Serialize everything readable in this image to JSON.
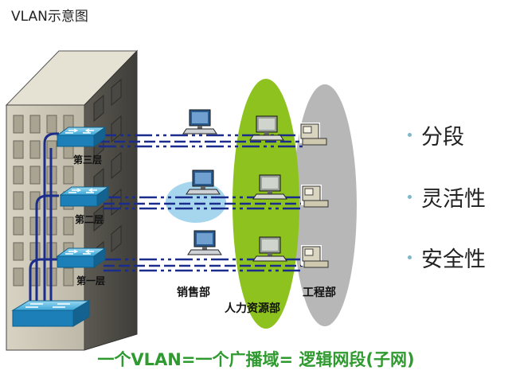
{
  "title": "VLAN示意图",
  "floors": [
    "第三层",
    "第二层",
    "第一层"
  ],
  "departments": {
    "sales": "销售部",
    "hr": "人力资源部",
    "engineering": "工程部"
  },
  "features": [
    "分段",
    "灵活性",
    "安全性"
  ],
  "caption": "一个VLAN=一个广播域= 逻辑网段(子网)",
  "colors": {
    "building": "#c9c4b4",
    "hr_group": "#8dc21f",
    "engineering_group": "#b4b4b4",
    "sales_group": "#9fd2ec",
    "link": "#1a2d8c",
    "caption": "#2f9a2f"
  },
  "icons": [
    "switch-icon",
    "computer-icon",
    "terminal-icon"
  ]
}
